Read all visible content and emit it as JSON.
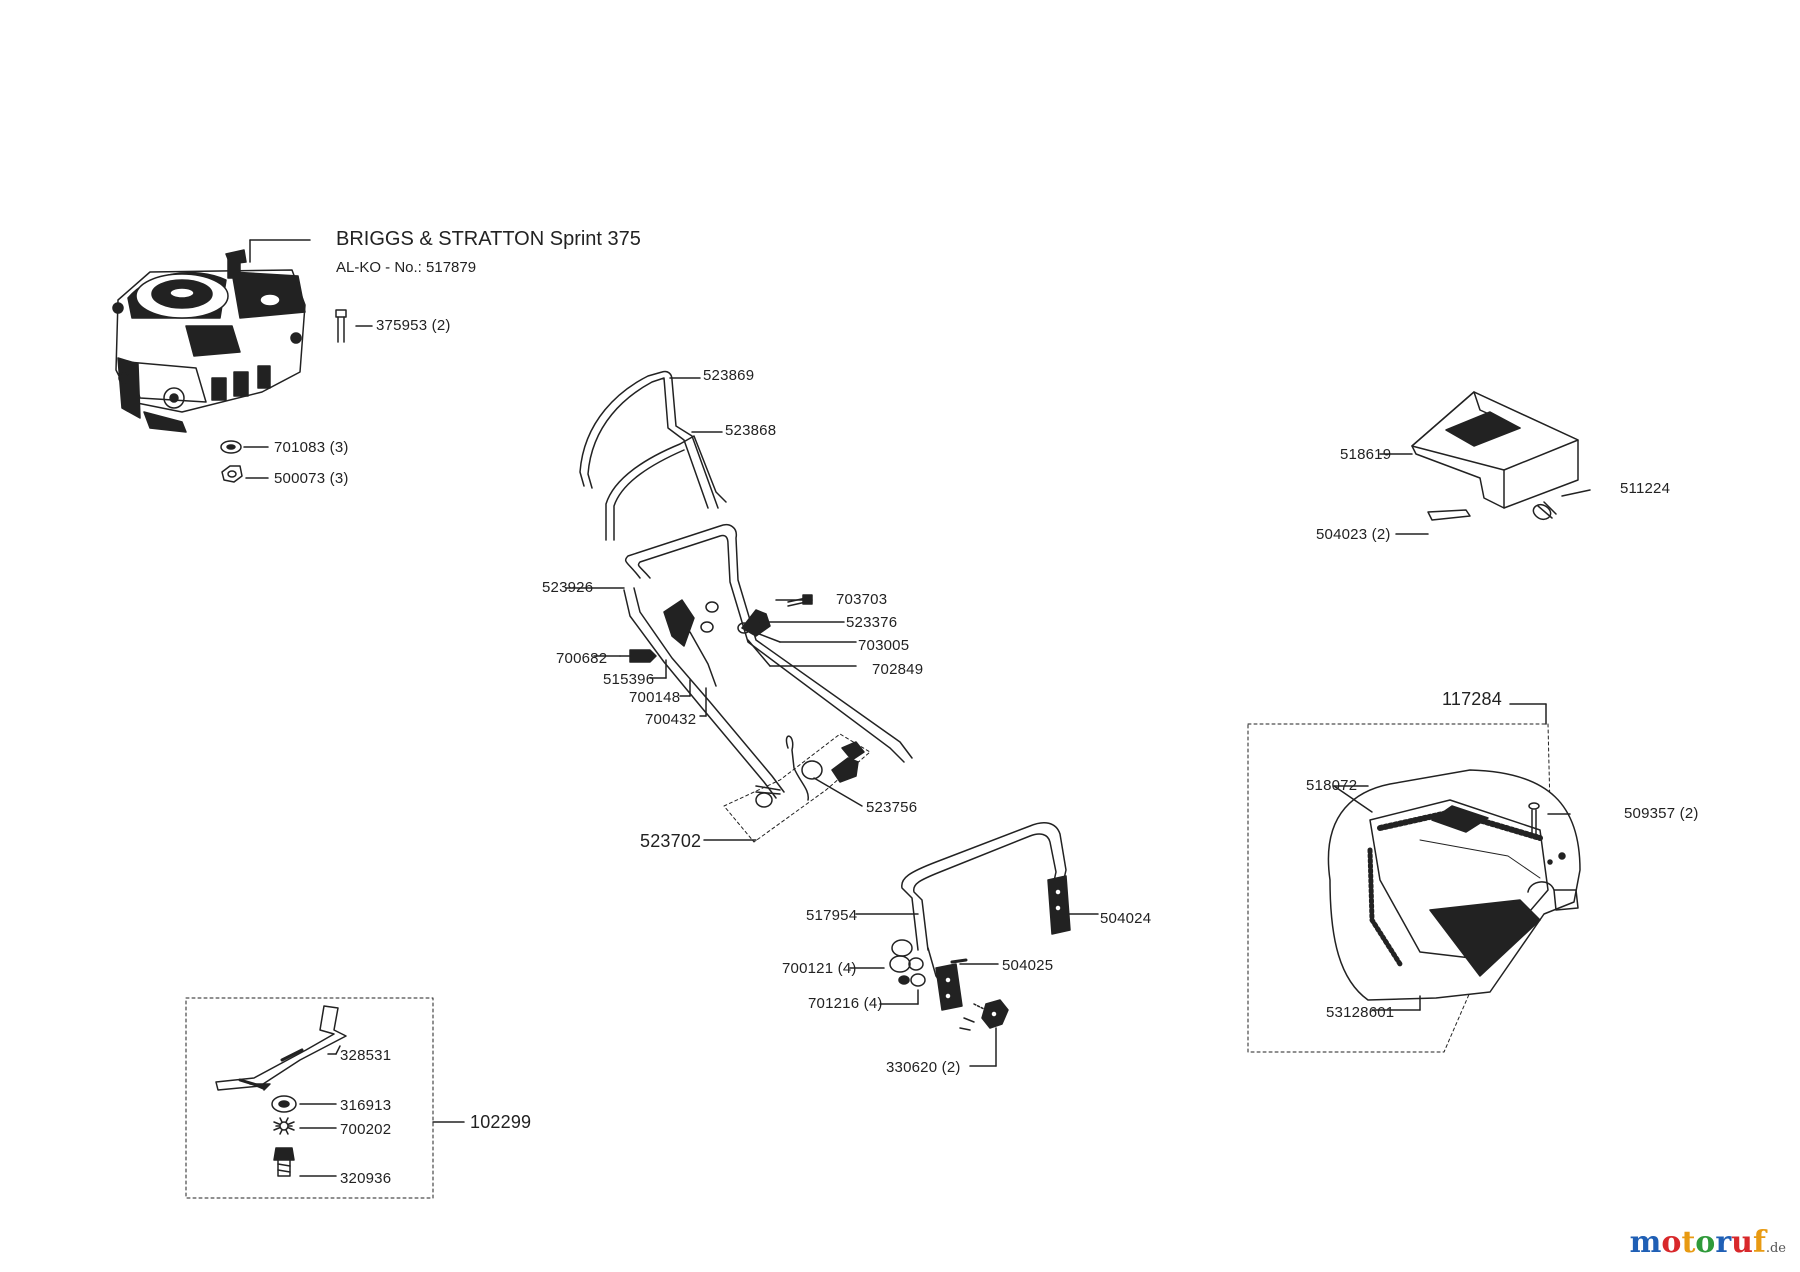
{
  "engine": {
    "title": "BRIGGS & STRATTON Sprint 375",
    "subtitle": "AL-KO - No.: 517879"
  },
  "parts": {
    "p375953": "375953 (2)",
    "p701083": "701083 (3)",
    "p500073": "500073 (3)",
    "p523869": "523869",
    "p523868": "523868",
    "p523926": "523926",
    "p703703": "703703",
    "p523376": "523376",
    "p703005": "703005",
    "p702849": "702849",
    "p700682": "700682",
    "p515396": "515396",
    "p700148": "700148",
    "p700432": "700432",
    "p523756": "523756",
    "p523702": "523702",
    "p518619": "518619",
    "p511224": "511224",
    "p504023": "504023 (2)",
    "p117284": "117284",
    "p518072": "518072",
    "p509357": "509357 (2)",
    "p53128601": "53128601",
    "p517954": "517954",
    "p504024": "504024",
    "p504025": "504025",
    "p700121": "700121 (4)",
    "p701216": "701216 (4)",
    "p330620": "330620 (2)",
    "p328531": "328531",
    "p316913": "316913",
    "p700202": "700202",
    "p320936": "320936",
    "p102299": "102299"
  },
  "logo": {
    "letters": [
      "m",
      "o",
      "t",
      "o",
      "r",
      "u",
      "f"
    ],
    "colors": [
      "#1f5fb5",
      "#d8282b",
      "#e89a12",
      "#2f9a3a",
      "#1f5fb5",
      "#d8282b",
      "#e89a12"
    ],
    "suffix": ".de"
  }
}
